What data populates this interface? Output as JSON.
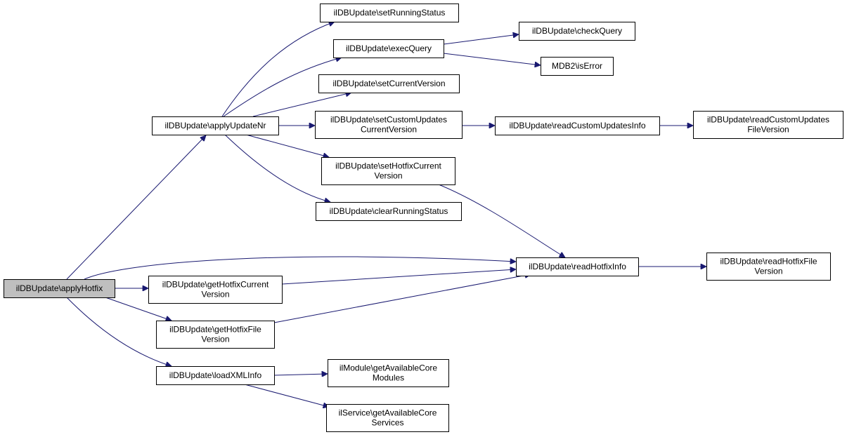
{
  "colors": {
    "edge": "#191970",
    "root_fill": "#bfbfbf",
    "node_fill": "#ffffff",
    "border": "#000000"
  },
  "nodes": [
    {
      "id": "applyHotfix",
      "label": [
        "ilDBUpdate\\applyHotfix"
      ],
      "root": true
    },
    {
      "id": "applyUpdateNr",
      "label": [
        "ilDBUpdate\\applyUpdateNr"
      ]
    },
    {
      "id": "getHotfixCurrentVersion",
      "label": [
        "ilDBUpdate\\getHotfixCurrent",
        "Version"
      ]
    },
    {
      "id": "getHotfixFileVersion",
      "label": [
        "ilDBUpdate\\getHotfixFile",
        "Version"
      ]
    },
    {
      "id": "loadXMLInfo",
      "label": [
        "ilDBUpdate\\loadXMLInfo"
      ]
    },
    {
      "id": "setRunningStatus",
      "label": [
        "ilDBUpdate\\setRunningStatus"
      ]
    },
    {
      "id": "execQuery",
      "label": [
        "ilDBUpdate\\execQuery"
      ]
    },
    {
      "id": "setCurrentVersion",
      "label": [
        "ilDBUpdate\\setCurrentVersion"
      ]
    },
    {
      "id": "setCustomUpdatesCurrentVersion",
      "label": [
        "ilDBUpdate\\setCustomUpdates",
        "CurrentVersion"
      ]
    },
    {
      "id": "setHotfixCurrentVersion",
      "label": [
        "ilDBUpdate\\setHotfixCurrent",
        "Version"
      ]
    },
    {
      "id": "clearRunningStatus",
      "label": [
        "ilDBUpdate\\clearRunningStatus"
      ]
    },
    {
      "id": "checkQuery",
      "label": [
        "ilDBUpdate\\checkQuery"
      ]
    },
    {
      "id": "isError",
      "label": [
        "MDB2\\isError"
      ]
    },
    {
      "id": "readCustomUpdatesInfo",
      "label": [
        "ilDBUpdate\\readCustomUpdatesInfo"
      ]
    },
    {
      "id": "readCustomUpdatesFileVersion",
      "label": [
        "ilDBUpdate\\readCustomUpdates",
        "FileVersion"
      ]
    },
    {
      "id": "readHotfixInfo",
      "label": [
        "ilDBUpdate\\readHotfixInfo"
      ]
    },
    {
      "id": "readHotfixFileVersion",
      "label": [
        "ilDBUpdate\\readHotfixFile",
        "Version"
      ]
    },
    {
      "id": "getAvailableCoreModules",
      "label": [
        "ilModule\\getAvailableCore",
        "Modules"
      ]
    },
    {
      "id": "getAvailableCoreServices",
      "label": [
        "ilService\\getAvailableCore",
        "Services"
      ]
    }
  ],
  "edges": [
    {
      "from": "applyHotfix",
      "to": "applyUpdateNr"
    },
    {
      "from": "applyHotfix",
      "to": "readHotfixInfo"
    },
    {
      "from": "applyHotfix",
      "to": "getHotfixCurrentVersion"
    },
    {
      "from": "applyHotfix",
      "to": "getHotfixFileVersion"
    },
    {
      "from": "applyHotfix",
      "to": "loadXMLInfo"
    },
    {
      "from": "applyUpdateNr",
      "to": "setRunningStatus"
    },
    {
      "from": "applyUpdateNr",
      "to": "execQuery"
    },
    {
      "from": "applyUpdateNr",
      "to": "setCurrentVersion"
    },
    {
      "from": "applyUpdateNr",
      "to": "setCustomUpdatesCurrentVersion"
    },
    {
      "from": "applyUpdateNr",
      "to": "setHotfixCurrentVersion"
    },
    {
      "from": "applyUpdateNr",
      "to": "clearRunningStatus"
    },
    {
      "from": "execQuery",
      "to": "checkQuery"
    },
    {
      "from": "execQuery",
      "to": "isError"
    },
    {
      "from": "setCustomUpdatesCurrentVersion",
      "to": "readCustomUpdatesInfo"
    },
    {
      "from": "readCustomUpdatesInfo",
      "to": "readCustomUpdatesFileVersion"
    },
    {
      "from": "setHotfixCurrentVersion",
      "to": "readHotfixInfo"
    },
    {
      "from": "getHotfixCurrentVersion",
      "to": "readHotfixInfo"
    },
    {
      "from": "getHotfixFileVersion",
      "to": "readHotfixInfo"
    },
    {
      "from": "readHotfixInfo",
      "to": "readHotfixFileVersion"
    },
    {
      "from": "loadXMLInfo",
      "to": "getAvailableCoreModules"
    },
    {
      "from": "loadXMLInfo",
      "to": "getAvailableCoreServices"
    }
  ]
}
